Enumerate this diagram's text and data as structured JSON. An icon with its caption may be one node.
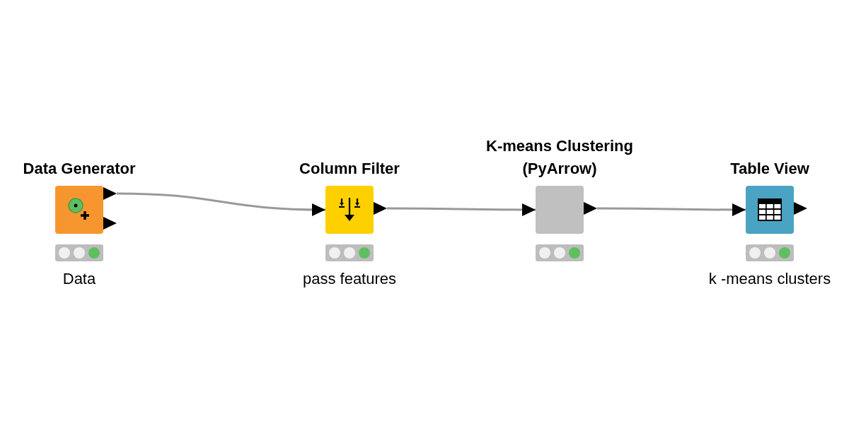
{
  "diagram": {
    "nodes": [
      {
        "text": [
          "Data Generator"
        ],
        "beside": [
          "Data"
        ]
      },
      {
        "text": [
          "Column Filter"
        ],
        "beside": [
          "pass features"
        ]
      },
      {
        "text": [
          "K-means Clustering (PyArrow)"
        ]
      },
      {
        "text": [
          "Table View"
        ],
        "beside": [
          "k -means clusters"
        ]
      }
    ],
    "edges": [
      {
        "from": 0,
        "to": 1,
        "arrow": "to"
      },
      {
        "from": 1,
        "to": 2,
        "arrow": "to"
      },
      {
        "from": 2,
        "to": 3,
        "arrow": "to"
      }
    ]
  }
}
